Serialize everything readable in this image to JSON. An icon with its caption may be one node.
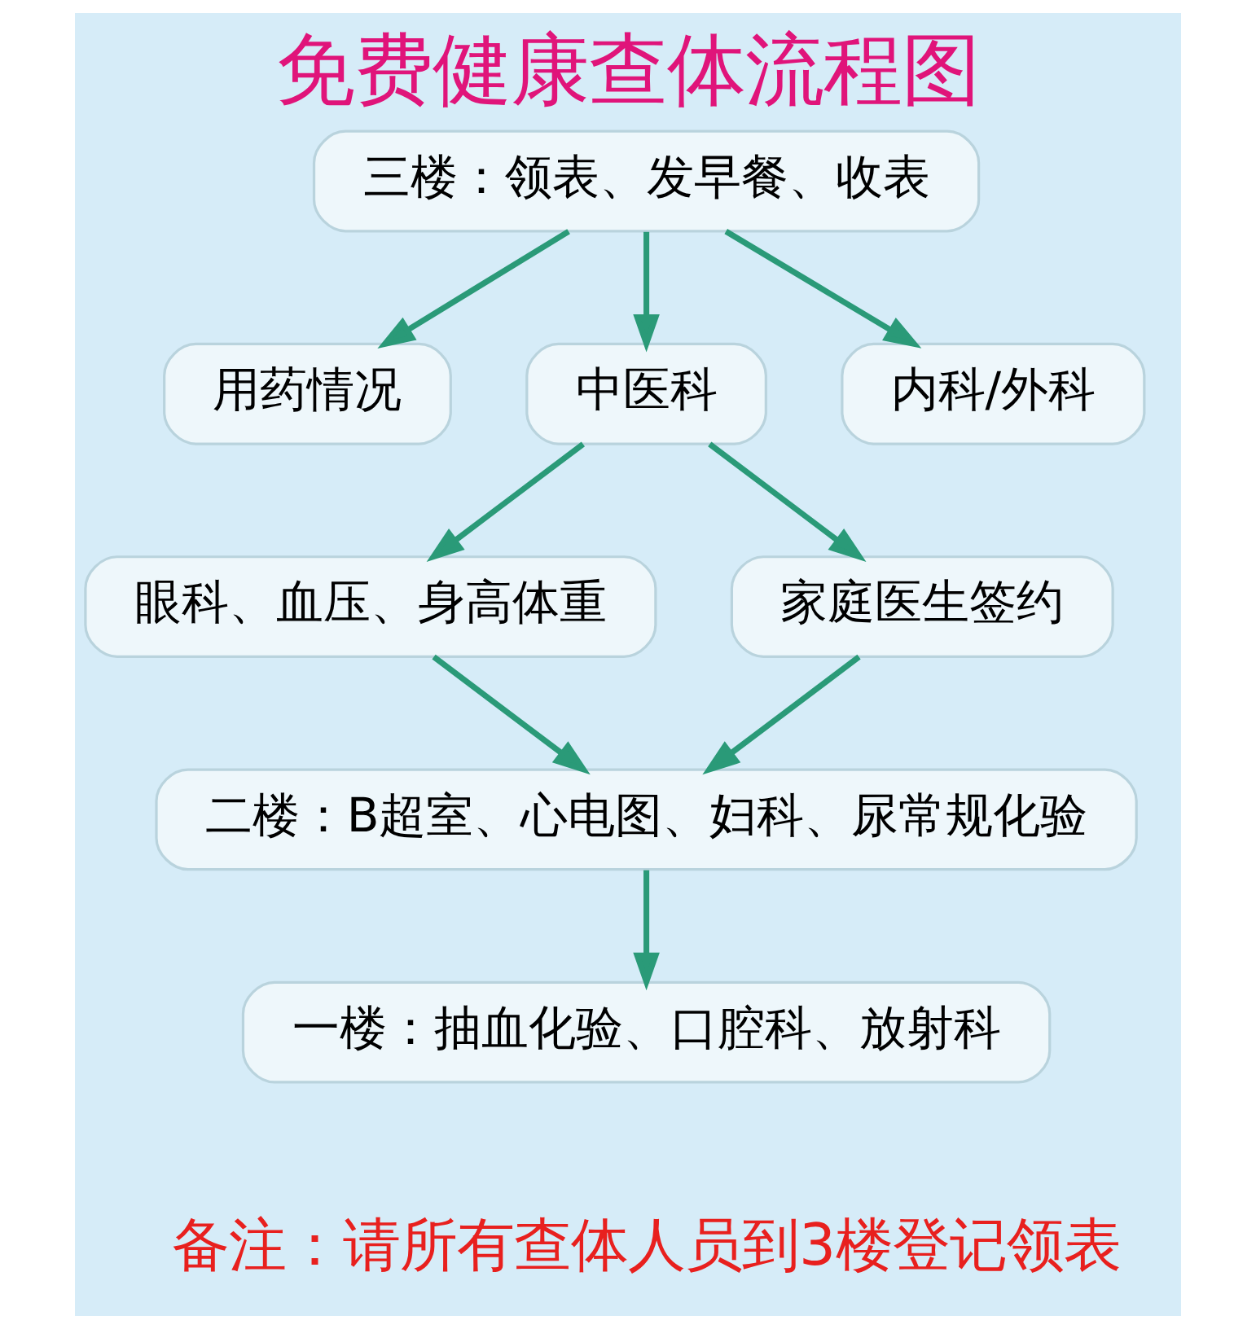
{
  "diagram": {
    "title": "免费健康查体流程图",
    "caption": "备注：请所有查体人员到3楼登记领表",
    "nodes": [
      {
        "text": [
          "三楼：领表、发早餐、收表"
        ]
      },
      {
        "text": [
          "用药情况"
        ]
      },
      {
        "text": [
          "中医科"
        ]
      },
      {
        "text": [
          "内科/外科"
        ]
      },
      {
        "text": [
          "眼科、血压、身高体重"
        ]
      },
      {
        "text": [
          "家庭医生签约"
        ]
      },
      {
        "text": [
          "二楼：B超室、心电图、妇科、尿常规化验"
        ]
      },
      {
        "text": [
          "一楼：抽血化验、口腔科、放射科"
        ]
      }
    ],
    "edges": [
      {
        "from": 0,
        "to": 1,
        "arrow": "to"
      },
      {
        "from": 0,
        "to": 2,
        "arrow": "to"
      },
      {
        "from": 0,
        "to": 3,
        "arrow": "to"
      },
      {
        "from": 2,
        "to": 4,
        "arrow": "to"
      },
      {
        "from": 2,
        "to": 5,
        "arrow": "to"
      },
      {
        "from": 4,
        "to": 6,
        "arrow": "to"
      },
      {
        "from": 5,
        "to": 6,
        "arrow": "to"
      },
      {
        "from": 6,
        "to": 7,
        "arrow": "to"
      }
    ]
  }
}
